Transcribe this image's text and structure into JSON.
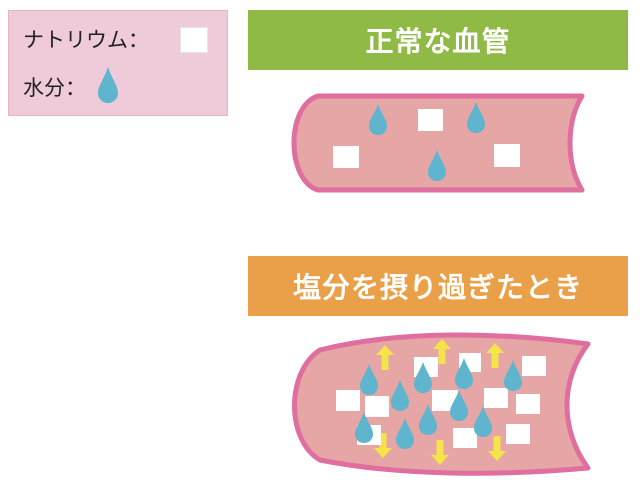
{
  "legend": {
    "sodium_label": "ナトリウム：",
    "water_label": "水分：",
    "sodium_icon": "white-square",
    "water_icon": "water-drop"
  },
  "panels": {
    "normal": {
      "title": "正常な血管"
    },
    "salty": {
      "title": "塩分を摂り過ぎたとき"
    }
  },
  "colors": {
    "legend_bg": "#efcad9",
    "normal_banner": "#8fba45",
    "salty_banner": "#eaa048",
    "vessel_fill": "#e7a6a6",
    "vessel_wall": "#df6f9f",
    "water_drop": "#5fb5cd",
    "sodium": "#ffffff",
    "arrow": "#f3e44a"
  }
}
